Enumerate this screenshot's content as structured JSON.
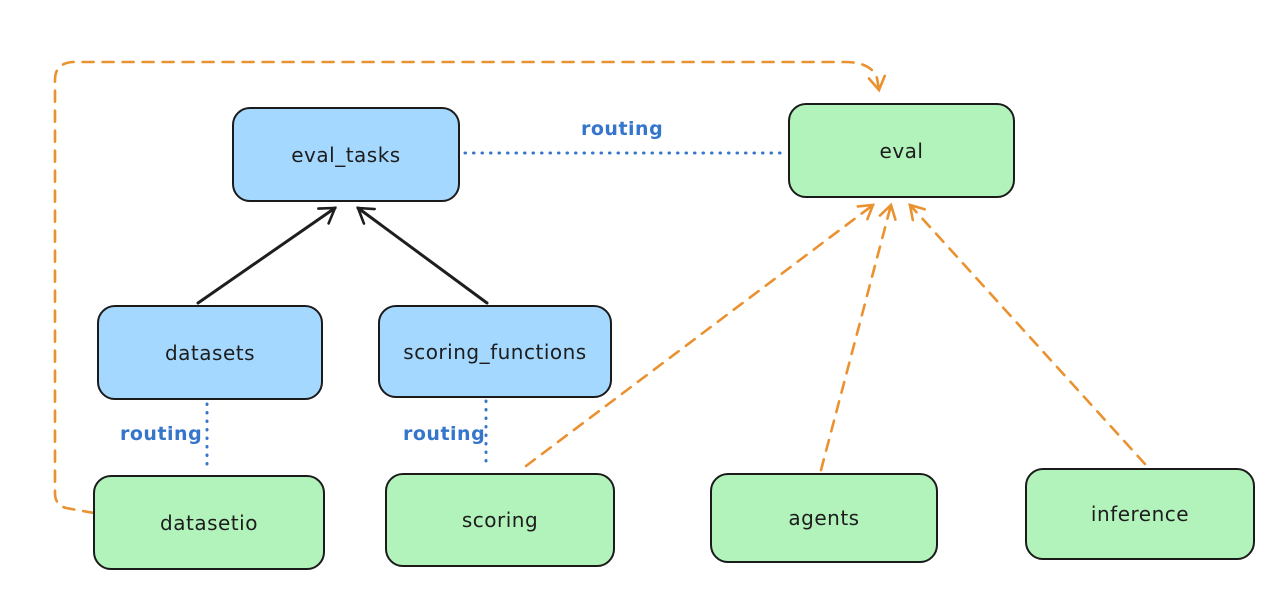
{
  "diagram": {
    "nodes": {
      "eval_tasks": {
        "label": "eval_tasks",
        "fill": "blue"
      },
      "eval": {
        "label": "eval",
        "fill": "green"
      },
      "datasets": {
        "label": "datasets",
        "fill": "blue"
      },
      "scoring_functions": {
        "label": "scoring_functions",
        "fill": "blue"
      },
      "datasetio": {
        "label": "datasetio",
        "fill": "green"
      },
      "scoring": {
        "label": "scoring",
        "fill": "green"
      },
      "agents": {
        "label": "agents",
        "fill": "green"
      },
      "inference": {
        "label": "inference",
        "fill": "green"
      }
    },
    "edge_labels": {
      "eval_tasks_to_eval": "routing",
      "datasets_to_datasetio": "routing",
      "scoring_functions_to_scoring": "routing"
    },
    "edges": [
      {
        "from": "datasets",
        "to": "eval_tasks",
        "style": "solid-black-arrow"
      },
      {
        "from": "scoring_functions",
        "to": "eval_tasks",
        "style": "solid-black-arrow"
      },
      {
        "from": "eval_tasks",
        "to": "eval",
        "style": "dotted-blue",
        "label": "routing"
      },
      {
        "from": "datasets",
        "to": "datasetio",
        "style": "dotted-blue",
        "label": "routing"
      },
      {
        "from": "scoring_functions",
        "to": "scoring",
        "style": "dotted-blue",
        "label": "routing"
      },
      {
        "from": "datasetio",
        "to": "eval",
        "style": "dashed-orange-arrow"
      },
      {
        "from": "scoring",
        "to": "eval",
        "style": "dashed-orange-arrow"
      },
      {
        "from": "agents",
        "to": "eval",
        "style": "dashed-orange-arrow"
      },
      {
        "from": "inference",
        "to": "eval",
        "style": "dashed-orange-arrow"
      }
    ],
    "colors": {
      "node_blue_fill": "#a5d8ff",
      "node_green_fill": "#b2f2bb",
      "node_stroke": "#1b1b1b",
      "routing_blue": "#3575cc",
      "orange_dashed": "#ea9230",
      "black_arrow": "#1e1e1e",
      "background": "#ffffff"
    }
  }
}
